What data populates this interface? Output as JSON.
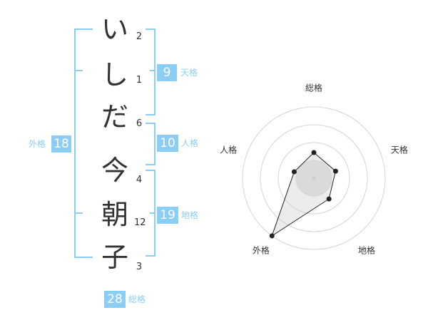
{
  "name_chars": [
    {
      "char": "い",
      "strokes": "2"
    },
    {
      "char": "し",
      "strokes": "1"
    },
    {
      "char": "だ",
      "strokes": "6"
    },
    {
      "char": "今",
      "strokes": "4"
    },
    {
      "char": "朝",
      "strokes": "12"
    },
    {
      "char": "子",
      "strokes": "3"
    }
  ],
  "kaku": {
    "tenkaku": {
      "label": "天格",
      "value": "9"
    },
    "jinkaku": {
      "label": "人格",
      "value": "10"
    },
    "chikaku": {
      "label": "地格",
      "value": "19"
    },
    "gaikaku": {
      "label": "外格",
      "value": "18"
    },
    "soukaku": {
      "label": "総格",
      "value": "28"
    }
  },
  "chart_data": {
    "type": "radar",
    "axes": [
      "総格",
      "天格",
      "地格",
      "外格",
      "人格"
    ],
    "values": [
      0.36,
      0.32,
      0.36,
      1.0,
      0.29
    ],
    "rings": 4,
    "accent": "#8ccdf3"
  }
}
